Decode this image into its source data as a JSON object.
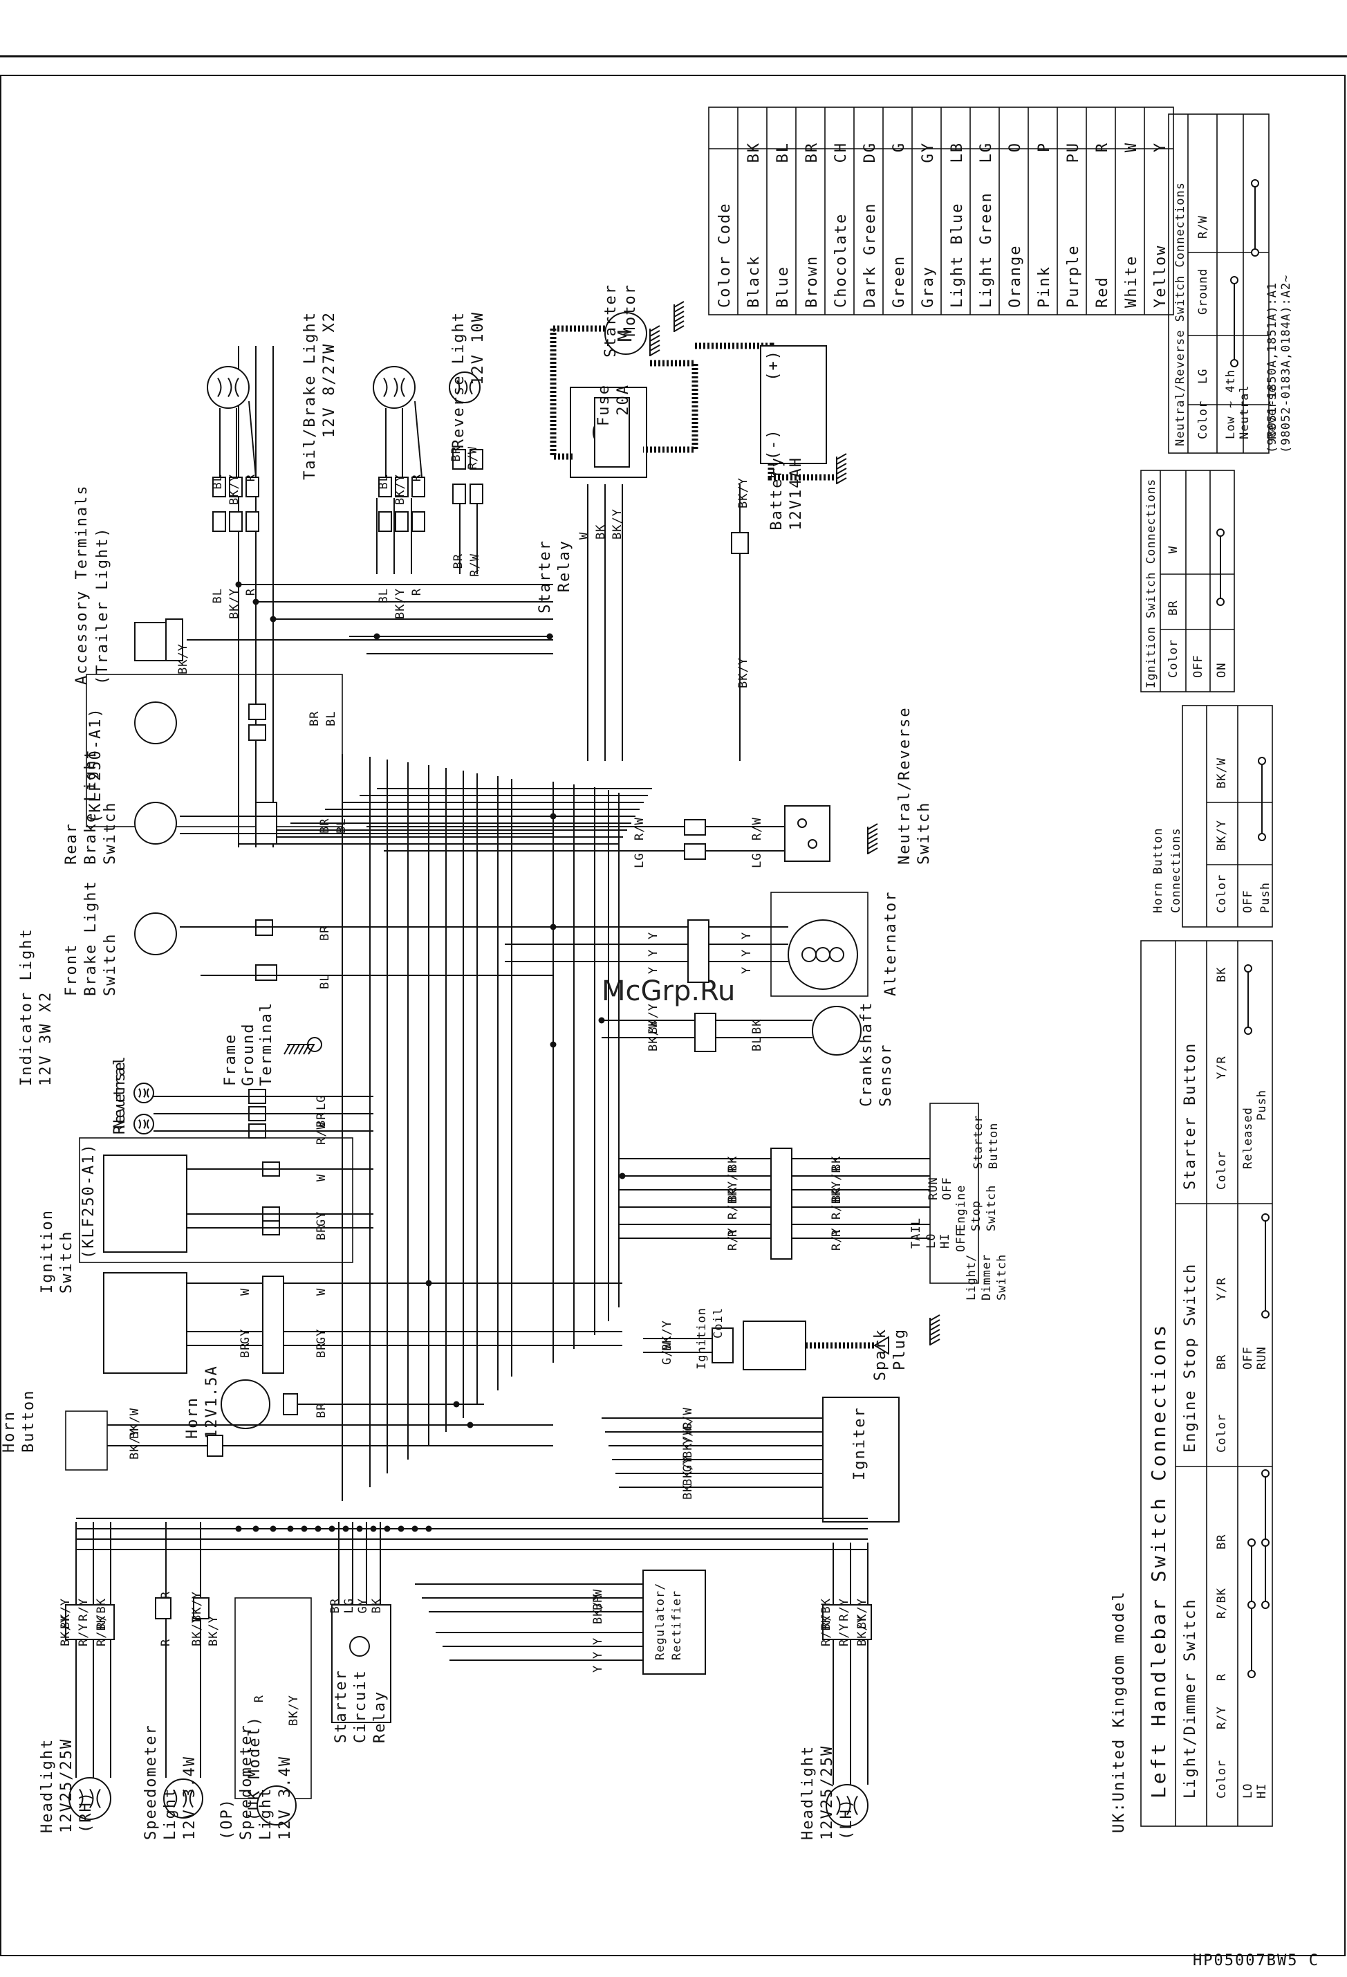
{
  "footer": {
    "code": "HP05007BW5 C"
  },
  "watermark": {
    "text": "McGrp.Ru"
  },
  "model_note": "UK:United Kingdom model",
  "components": {
    "tail_brake_light": [
      "Tail/Brake Light",
      "12V 8/27W X2"
    ],
    "reverse_light": [
      "Reverse Light",
      "12V 10W"
    ],
    "starter_motor": [
      "Starter",
      "Motor"
    ],
    "fuse": [
      "Fuse",
      "20A"
    ],
    "battery": [
      "Battery",
      "12V14AH"
    ],
    "battery_minus": "(-)",
    "battery_plus": "(+)",
    "starter_relay": [
      "Starter",
      "Relay"
    ],
    "accessory_terminals": [
      "Accessory Terminals",
      "(Trailer Light)"
    ],
    "klf250_a1_top": "(KLF250-A1)",
    "rear_brake_switch": [
      "Rear",
      "Brake Light",
      "Switch"
    ],
    "neutral_reverse_switch": [
      "Neutral/Reverse",
      "Switch"
    ],
    "front_brake_switch": [
      "Front",
      "Brake Light",
      "Switch"
    ],
    "alternator": "Alternator",
    "indicator_light": [
      "Indicator Light",
      "12V 3W X2"
    ],
    "neutral": "Neutral",
    "reverse": "Reverse",
    "frame_ground": [
      "Frame",
      "Ground",
      "Terminal"
    ],
    "crankshaft_sensor": [
      "Crankshaft",
      "Sensor"
    ],
    "klf250_a1_mid": "(KLF250-A1)",
    "starter_button_sw": [
      "Starter",
      "Button"
    ],
    "engine_stop_sw": [
      "Engine",
      "Stop",
      "Switch"
    ],
    "light_dimmer_sw": [
      "Light/",
      "Dimmer",
      "Switch"
    ],
    "ignition_switch": [
      "Ignition",
      "Switch"
    ],
    "ignition_coil": [
      "Ignition",
      "Coil"
    ],
    "spark_plug": [
      "Spark",
      "Plug"
    ],
    "horn": [
      "Horn",
      "12V1.5A"
    ],
    "horn_button": [
      "Horn",
      "Button"
    ],
    "igniter": "Igniter",
    "regulator": [
      "Regulator/",
      "Rectifier"
    ],
    "headlight_rh": [
      "Headlight",
      "12V25/25W",
      "(RH)"
    ],
    "speedometer_light": [
      "Speedometer",
      "Light",
      "12V 3.4W"
    ],
    "op_speedometer_light": [
      "(OP)",
      "Speedometer",
      "Light",
      "12V 3.4W"
    ],
    "uk_model": "(UK Model)",
    "starter_circuit_relay": [
      "Starter",
      "Circuit",
      "Relay"
    ],
    "headlight_lh": [
      "Headlight",
      "12V25/25W",
      "(LH)"
    ],
    "sw_run": "RUN",
    "sw_off": "OFF",
    "sw_tail": "TAIL",
    "sw_lo": "LO",
    "sw_hi": "HI"
  },
  "color_code": {
    "title": "Color Code",
    "rows": [
      [
        "BK",
        "Black"
      ],
      [
        "BL",
        "Blue"
      ],
      [
        "BR",
        "Brown"
      ],
      [
        "CH",
        "Chocolate"
      ],
      [
        "DG",
        "Dark Green"
      ],
      [
        "G",
        "Green"
      ],
      [
        "GY",
        "Gray"
      ],
      [
        "LB",
        "Light Blue"
      ],
      [
        "LG",
        "Light Green"
      ],
      [
        "O",
        "Orange"
      ],
      [
        "P",
        "Pink"
      ],
      [
        "PU",
        "Purple"
      ],
      [
        "R",
        "Red"
      ],
      [
        "W",
        "White"
      ],
      [
        "Y",
        "Yellow"
      ]
    ]
  },
  "neutral_reverse_table": {
    "title": "Neutral/Reverse Switch Connections",
    "headers": [
      "Color",
      "LG",
      "Ground",
      "R/W"
    ],
    "rows": [
      "Low ~ 4th",
      "Neutral",
      "Reverse"
    ],
    "notes": [
      "(98051-1850A,1851A):A1",
      "(98052-0183A,0184A):A2~"
    ]
  },
  "ignition_table": {
    "title": "Ignition Switch Connections",
    "headers": [
      "Color",
      "BR",
      "W"
    ],
    "rows": [
      "OFF",
      "ON"
    ]
  },
  "horn_table": {
    "title": [
      "Horn Button",
      "Connections"
    ],
    "headers": [
      "Color",
      "BK/Y",
      "BK/W"
    ],
    "rows": [
      "OFF",
      "Push"
    ]
  },
  "left_handlebar": {
    "title": "Left Handlebar Switch Connections",
    "light_dimmer": {
      "title": "Light/Dimmer Switch",
      "headers": [
        "Color",
        "R/Y",
        "R",
        "R/BK",
        "BR"
      ],
      "rows": [
        "LO",
        "HI"
      ]
    },
    "engine_stop": {
      "title": "Engine Stop Switch",
      "headers": [
        "Color",
        "BR",
        "Y/R"
      ],
      "rows": [
        "OFF",
        "RUN"
      ]
    },
    "starter_button": {
      "title": "Starter Button",
      "headers": [
        "Color",
        "Y/R",
        "BK"
      ],
      "rows": [
        "Released",
        "Push"
      ]
    }
  },
  "wire_labels": {
    "tail_top": [
      "BL",
      "BK/Y",
      "R"
    ],
    "tail_top2": [
      "BL",
      "BK/Y",
      "R"
    ],
    "reverse_top": [
      "BR",
      "R/W"
    ],
    "relay": [
      "W",
      "BK",
      "BK/Y"
    ],
    "bat": [
      "BK/Y",
      "BK/Y"
    ],
    "acc": "BK/Y",
    "brake_rear_a1": [
      "BR",
      "BL"
    ],
    "brake_rear": [
      "BR",
      "BL"
    ],
    "neutral_sw": [
      "R/W",
      "LG",
      "R/W",
      "LG"
    ],
    "front_brake": [
      "BR",
      "BL"
    ],
    "alt": [
      "Y",
      "Y",
      "Y",
      "Y",
      "Y",
      "Y"
    ],
    "crank": [
      "BK/Y",
      "BK/W",
      "BK",
      "BL"
    ],
    "ind": [
      "LG",
      "BR",
      "R/W",
      "LG",
      "BR",
      "R/W"
    ],
    "handlebar": [
      "BK",
      "Y/R",
      "BR",
      "R/BK",
      "R",
      "R/Y",
      "BK",
      "Y/R",
      "BR",
      "R/BK",
      "R",
      "R/Y"
    ],
    "ign_a1": [
      "W",
      "GY",
      "BR",
      "GY",
      "BR"
    ],
    "ign": [
      "W",
      "GY",
      "BR",
      "W",
      "GY",
      "BR"
    ],
    "coil": [
      "BK/Y",
      "G/W",
      "BK/Y",
      "G/W"
    ],
    "horn_w": [
      "BR"
    ],
    "horn_btn": [
      "BK/W",
      "BK/Y",
      "BK/Y",
      "BK/Y"
    ],
    "igniter": [
      "G/W",
      "Y/R",
      "BK/W",
      "GY",
      "BK/Y",
      "BK"
    ],
    "reg": [
      "W",
      "BR",
      "BK/Y",
      "Y",
      "Y",
      "Y"
    ],
    "hl_rh": [
      "BK/Y",
      "R/Y",
      "R/BK",
      "BK/Y",
      "R/Y",
      "R/BK"
    ],
    "speedo": [
      "R",
      "BK/Y",
      "R",
      "BK/Y",
      "BK/Y"
    ],
    "op_speedo": [
      "R",
      "BK/Y"
    ],
    "scr": [
      "BR",
      "LG",
      "GY",
      "BK"
    ],
    "hl_lh": [
      "R/BK",
      "R/Y",
      "BK/Y",
      "R/BK",
      "R/Y",
      "BK/Y"
    ]
  }
}
